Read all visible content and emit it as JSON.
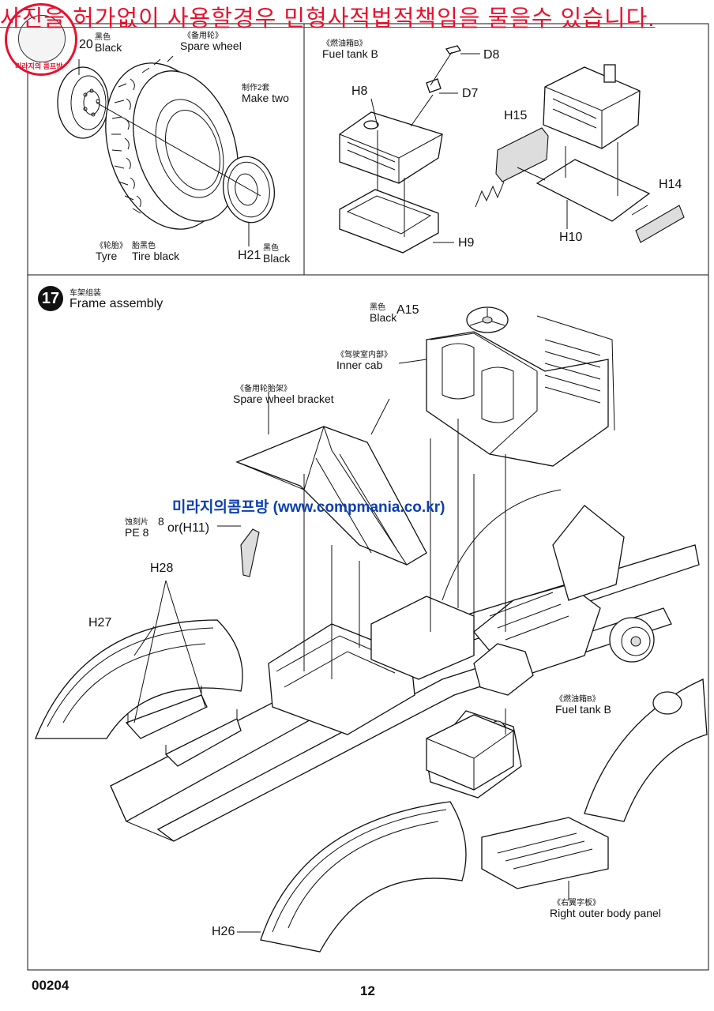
{
  "watermark": {
    "text": "사진을 허가없이 사용할경우 민형사적법적책임을 물을수 있습니다.",
    "site": "미라지의콤프방 (www.compmania.co.kr)",
    "badge_text": "미라지의 콤프방",
    "color": "#e8112d"
  },
  "spare_wheel_panel": {
    "title_zh": "《备用轮》",
    "title_en": "Spare wheel",
    "make_two_zh": "制作2套",
    "make_two_en": "Make two",
    "part_20_num": "20",
    "part_20_color_zh": "黑色",
    "part_20_color_en": "Black",
    "tyre_zh": "《轮胎》",
    "tyre_en": "Tyre",
    "tire_color_zh": "胎黑色",
    "tire_color_en": "Tire black",
    "h21_num": "H21",
    "h21_color_zh": "黑色",
    "h21_color_en": "Black"
  },
  "fuel_tank_panel": {
    "title_zh": "《燃油箱B》",
    "title_en": "Fuel tank B",
    "parts": [
      "D8",
      "D7",
      "H8",
      "H9",
      "H15",
      "H14",
      "H10"
    ]
  },
  "frame_assembly": {
    "step_number": "17",
    "title_zh": "车架组装",
    "title_en": "Frame assembly",
    "a15_color_zh": "黑色",
    "a15_color_en": "Black",
    "a15_num": "A15",
    "inner_cab_zh": "《驾驶室内部》",
    "inner_cab_en": "Inner cab",
    "bracket_zh": "《备用轮胎架》",
    "bracket_en": "Spare wheel bracket",
    "pe_zh": "蚀刻片",
    "pe_en": "PE 8",
    "pe_num": "8",
    "pe_alt": "or(H11)",
    "h28": "H28",
    "h27": "H27",
    "h26": "H26",
    "fuel_tank_zh": "《燃油箱B》",
    "fuel_tank_en": "Fuel tank B",
    "right_panel_zh": "《右翼字板》",
    "right_panel_en": "Right outer body panel"
  },
  "footer": {
    "code": "00204",
    "page": "12"
  }
}
